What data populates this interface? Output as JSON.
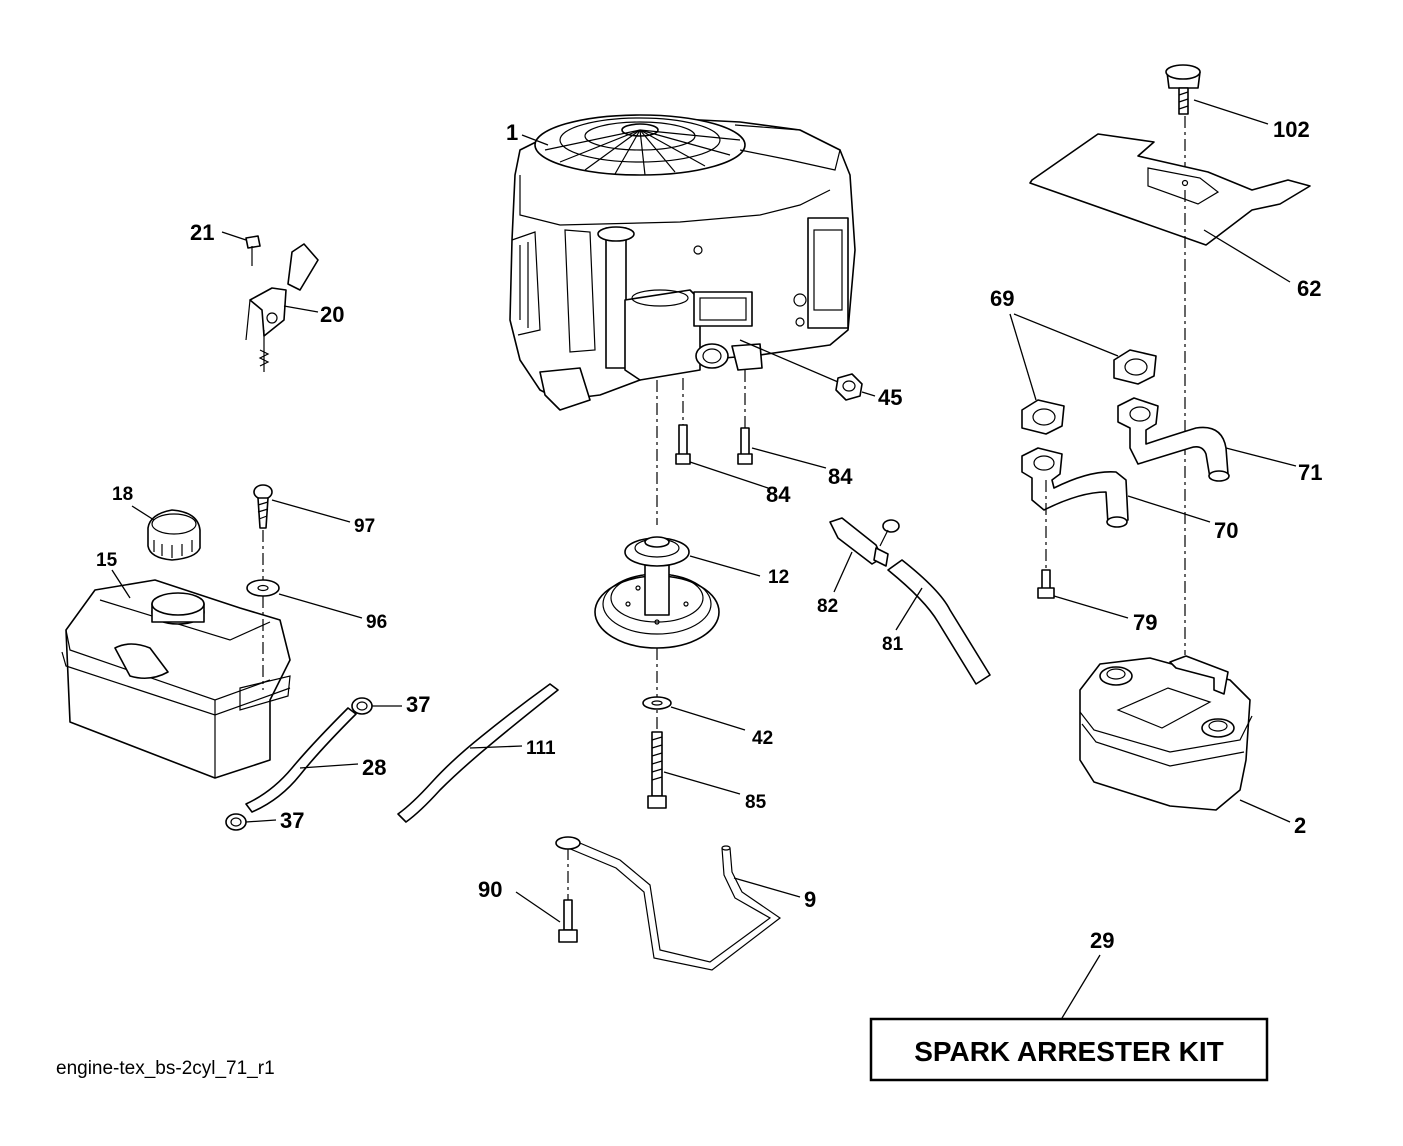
{
  "diagram": {
    "drawing_ref": "engine-tex_bs-2cyl_71_r1",
    "kit_label": "SPARK ARRESTER KIT",
    "callouts": {
      "c1": "1",
      "c2": "2",
      "c9": "9",
      "c12": "12",
      "c15": "15",
      "c18": "18",
      "c20": "20",
      "c21": "21",
      "c28": "28",
      "c29": "29",
      "c37a": "37",
      "c37b": "37",
      "c42": "42",
      "c45": "45",
      "c62": "62",
      "c69": "69",
      "c70": "70",
      "c71": "71",
      "c79": "79",
      "c81": "81",
      "c82": "82",
      "c84a": "84",
      "c84b": "84",
      "c85": "85",
      "c90": "90",
      "c96": "96",
      "c97": "97",
      "c102": "102",
      "c111": "111"
    }
  }
}
